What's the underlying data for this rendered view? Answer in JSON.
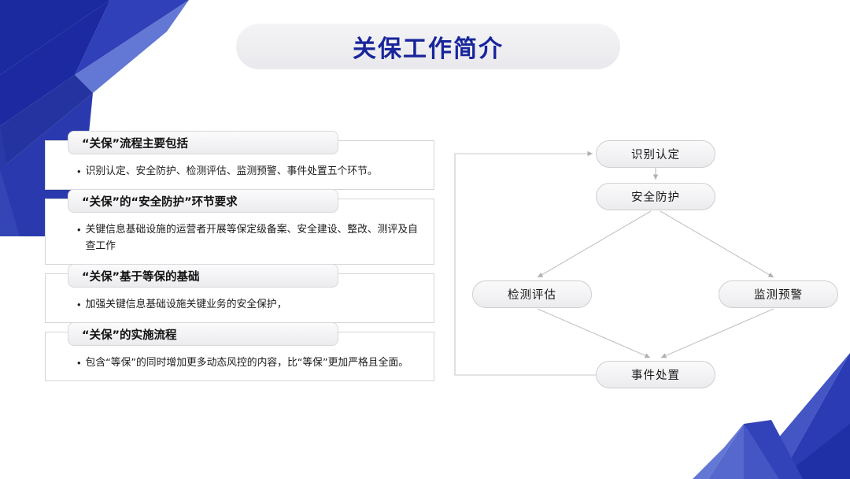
{
  "title": {
    "text": "关保工作简介"
  },
  "colors": {
    "title_blue": "#18259b",
    "deco_deep": "#1b2a9e",
    "deco_mid": "#2b3bb3",
    "deco_light": "#6377d4",
    "node_border": "#cfcfd2",
    "panel_border": "#d6d6d8"
  },
  "sections": [
    {
      "heading": "“关保”流程主要包括",
      "bullet": "•",
      "body": "识别认定、安全防护、检测评估、监测预警、事件处置五个环节。"
    },
    {
      "heading": "“关保”的“安全防护”环节要求",
      "bullet": "•",
      "body": "关键信息基础设施的运营者开展等保定级备案、安全建设、整改、测评及自查工作"
    },
    {
      "heading": "“关保”基于等保的基础",
      "bullet": "•",
      "body": "加强关键信息基础设施关键业务的安全保护，"
    },
    {
      "heading": "“关保”的实施流程",
      "bullet": "•",
      "body": "包含“等保”的同时增加更多动态风控的内容，比“等保”更加严格且全面。"
    }
  ],
  "flow": {
    "nodes": [
      {
        "id": "identify",
        "label": "识别认定"
      },
      {
        "id": "protect",
        "label": "安全防护"
      },
      {
        "id": "assess",
        "label": "检测评估"
      },
      {
        "id": "monitor",
        "label": "监测预警"
      },
      {
        "id": "dispose",
        "label": "事件处置"
      }
    ],
    "edges": [
      {
        "from": "identify",
        "to": "protect"
      },
      {
        "from": "protect",
        "to": "assess"
      },
      {
        "from": "protect",
        "to": "monitor"
      },
      {
        "from": "assess",
        "to": "dispose"
      },
      {
        "from": "monitor",
        "to": "dispose"
      },
      {
        "from": "dispose",
        "to": "identify"
      }
    ]
  }
}
